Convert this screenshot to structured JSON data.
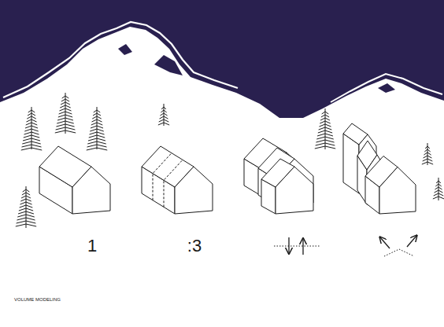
{
  "diagram": {
    "caption": "VOLUME MODELING",
    "labels": [
      "1",
      ":3"
    ]
  }
}
